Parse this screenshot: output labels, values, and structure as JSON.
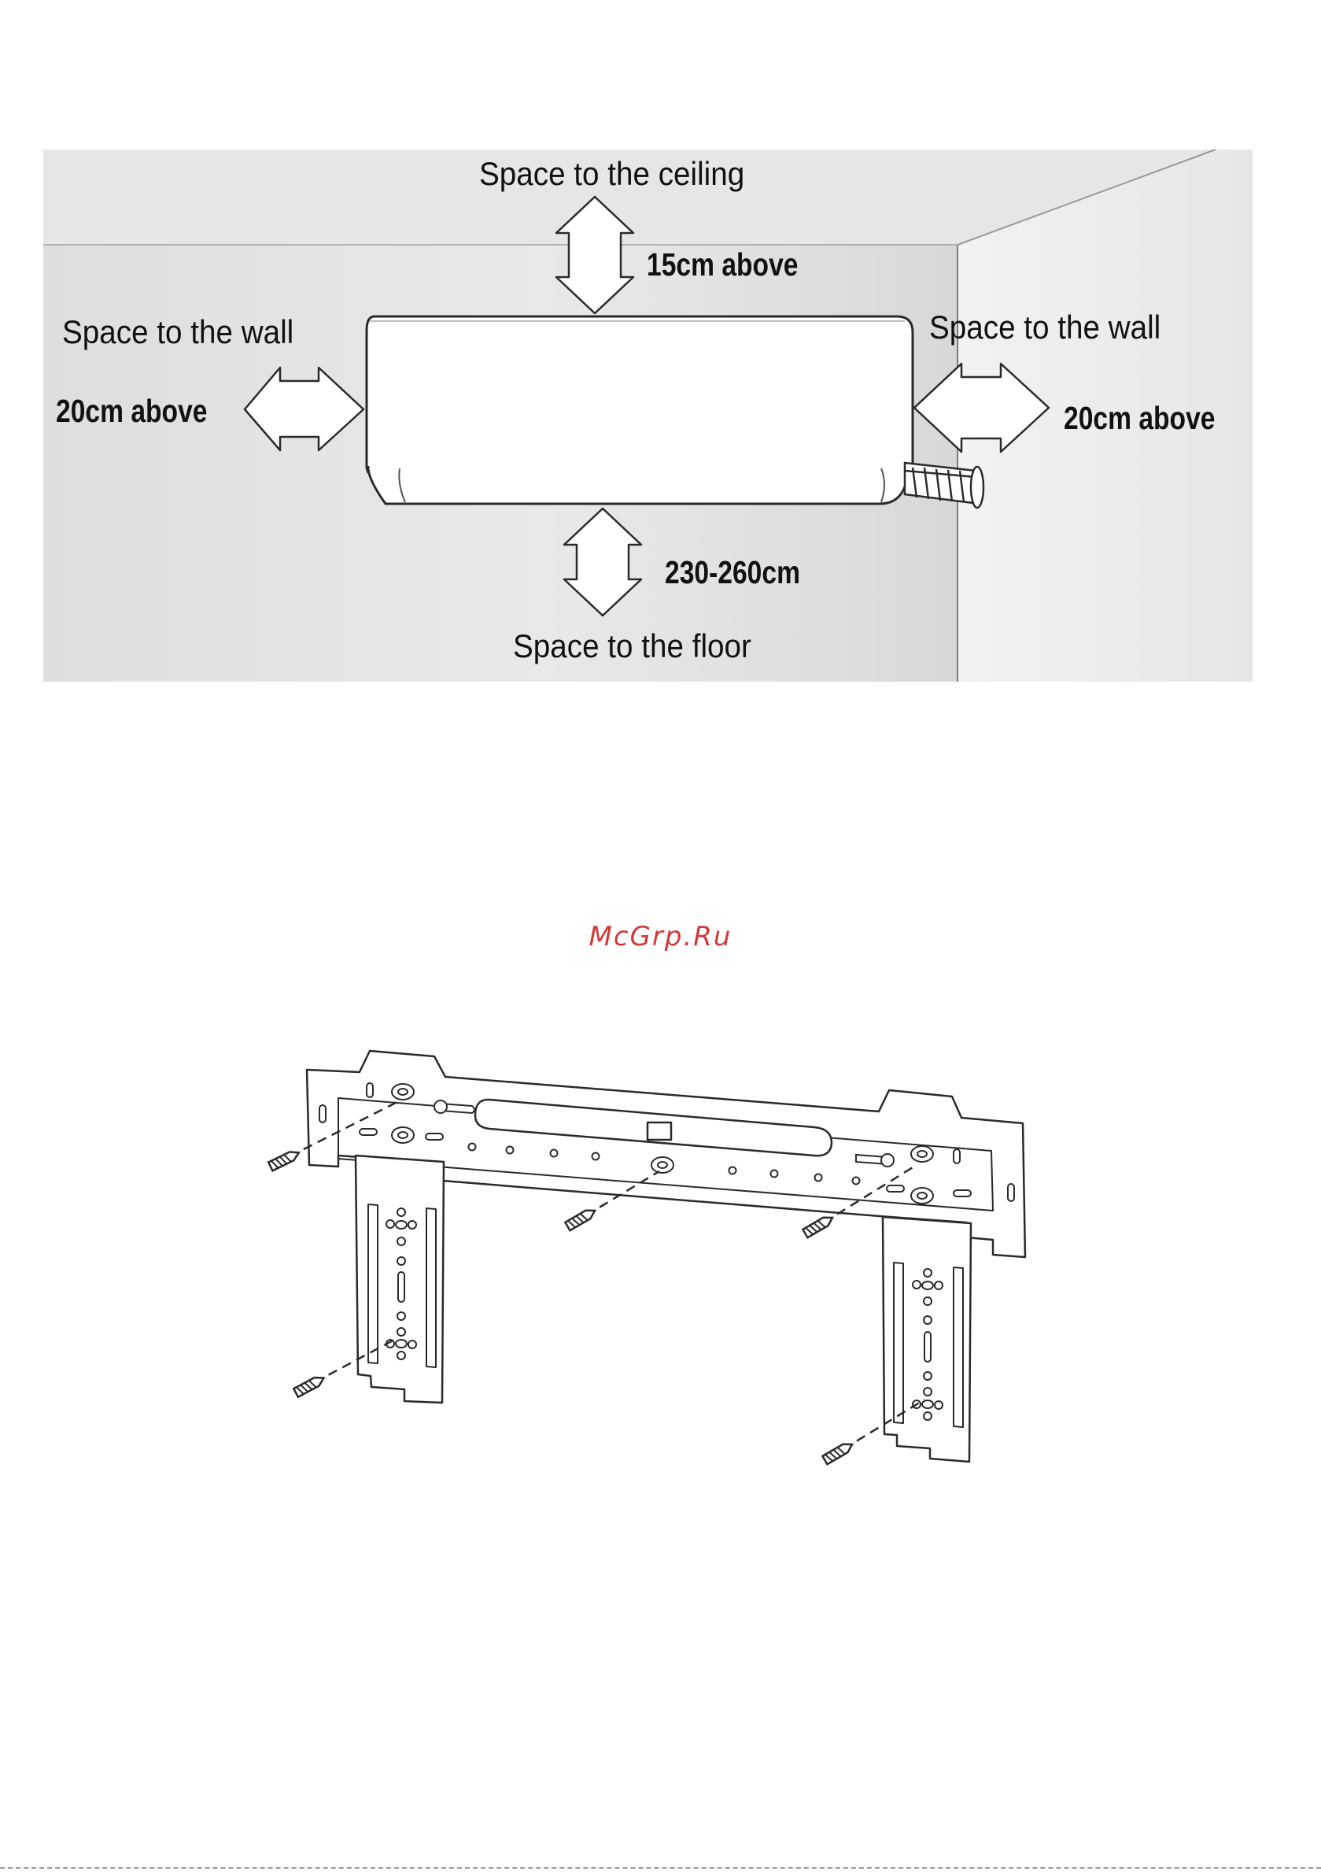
{
  "clearance_diagram": {
    "ceiling": {
      "label": "Space to the ceiling",
      "distance": "15cm above"
    },
    "left_wall": {
      "label": "Space to the wall",
      "distance": "20cm above"
    },
    "right_wall": {
      "label": "Space to the wall",
      "distance": "20cm above"
    },
    "floor": {
      "label": "Space to the floor",
      "distance": "230-260cm"
    }
  },
  "watermark": {
    "text": "McGrp.Ru",
    "color": "#d03a3a"
  },
  "colors": {
    "wall_fill": "#e2e2e2",
    "line": "#2a2a2a"
  },
  "mounting_plate_diagram": {
    "screw_count": 5
  }
}
